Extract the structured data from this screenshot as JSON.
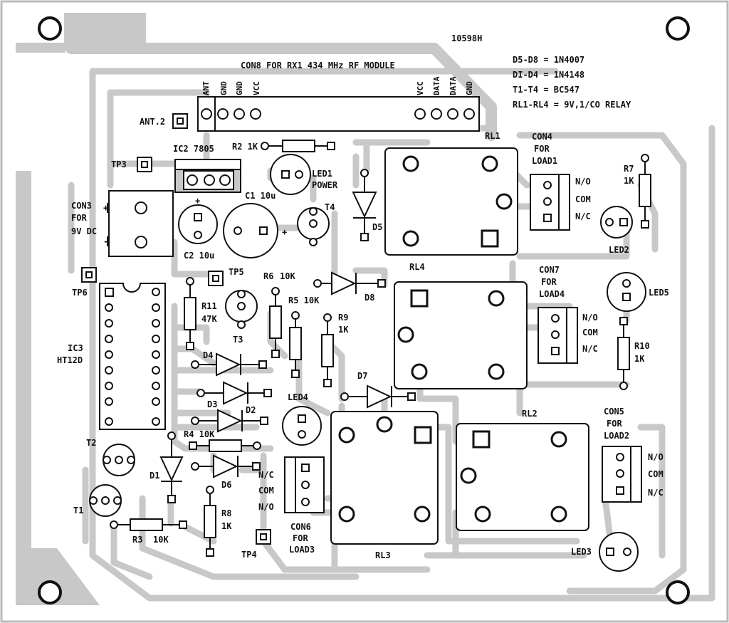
{
  "board_code": "10598H",
  "con8": {
    "title": "CON8 FOR RX1 434 MHz RF MODULE",
    "pins_left": [
      "ANT",
      "GND",
      "GND",
      "VCC"
    ],
    "pins_right": [
      "VCC",
      "DATA",
      "DATA",
      "GND"
    ]
  },
  "legend": [
    "D5-D8 = 1N4007",
    "DI-D4 = 1N4148",
    "T1-T4 = BC547",
    "RL1-RL4 = 9V,1/CO RELAY"
  ],
  "labels": {
    "ant2": "ANT.2",
    "r2": "R2 1K",
    "ic2": "IC2 7805",
    "tp3": "TP3",
    "led1": "LED1",
    "power": "POWER",
    "c1": "C1 10u",
    "t4": "T4",
    "d5": "D5",
    "rl1": "RL1",
    "con3": "CON3",
    "for": "FOR",
    "v9dc": "9V DC",
    "plus": "+",
    "minus": "-",
    "c2": "C2 10u",
    "tp5": "TP5",
    "tp6": "TP6",
    "r6": "R6",
    "r6v": "10K",
    "r5": "R5 10K",
    "d8": "D8",
    "rl4": "RL4",
    "r11": "R11",
    "r11v": "47K",
    "t3": "T3",
    "r9": "R9",
    "r9v": "1K",
    "ic3": "IC3",
    "ht12d": "HT12D",
    "d4": "D4",
    "d3": "D3",
    "d2": "D2",
    "led4": "LED4",
    "d7": "D7",
    "t2": "T2",
    "r4": "R4 10K",
    "d1": "D1",
    "d6": "D6",
    "t1": "T1",
    "r8": "R8",
    "r8v": "1K",
    "r3": "R3",
    "r3v": "10K",
    "tp4": "TP4",
    "con6": "CON6",
    "load3": "LOAD3",
    "rl3": "RL3",
    "rl2": "RL2",
    "con4": "CON4",
    "load1": "LOAD1",
    "r7": "R7",
    "r7v": "1K",
    "led2": "LED2",
    "con7": "CON7",
    "load4": "LOAD4",
    "led5": "LED5",
    "r10": "R10",
    "r10v": "1K",
    "con5": "CON5",
    "load2": "LOAD2",
    "led3": "LED3",
    "no": "N/O",
    "com": "COM",
    "nc": "N/C"
  }
}
